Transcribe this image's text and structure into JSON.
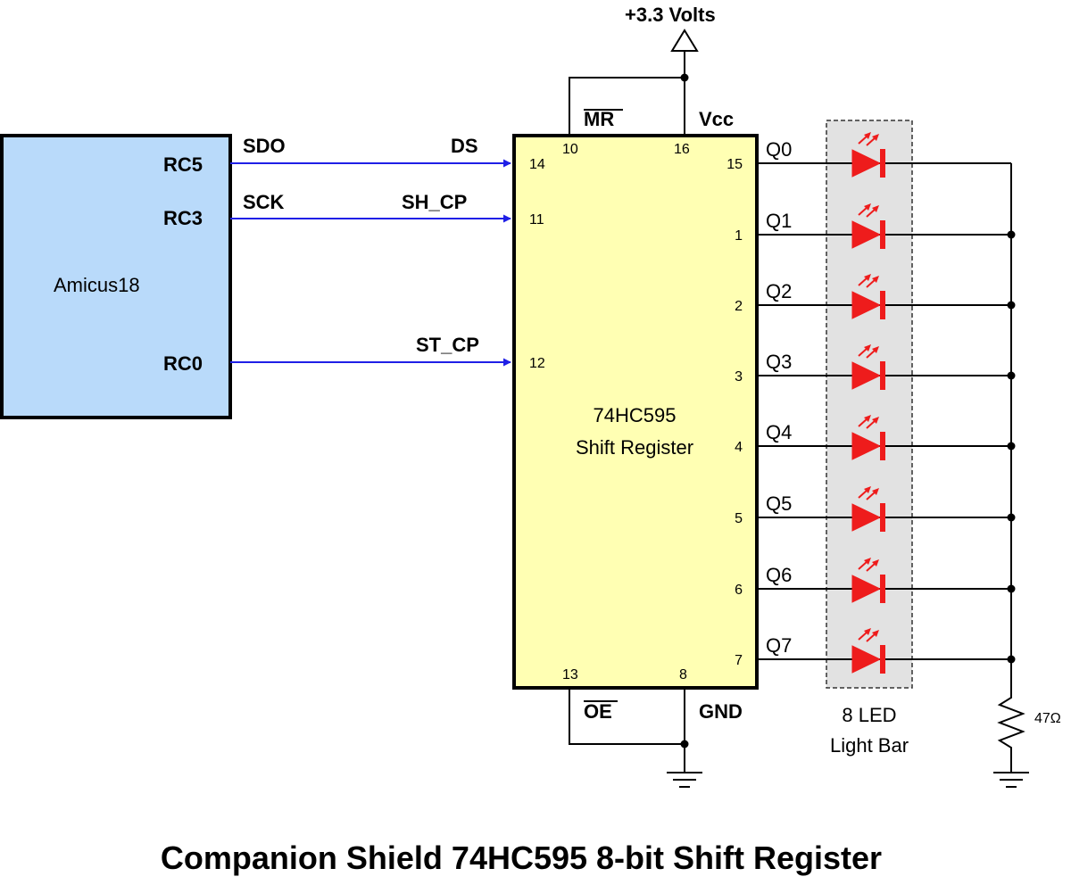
{
  "title": "Companion Shield 74HC595 8-bit Shift Register",
  "power": {
    "supply_label": "+3.3 Volts"
  },
  "mcu": {
    "name": "Amicus18",
    "pins": [
      "RC5",
      "RC3",
      "RC0"
    ],
    "fill": "#b9dafa"
  },
  "signals": [
    {
      "name": "SDO",
      "target": "DS",
      "pin": "14"
    },
    {
      "name": "SCK",
      "target": "SH_CP",
      "pin": "11"
    },
    {
      "name": "",
      "target": "ST_CP",
      "pin": "12"
    }
  ],
  "chip": {
    "name_line1": "74HC595",
    "name_line2": "Shift Register",
    "fill": "#ffffb3",
    "mr_label": "MR",
    "mr_pin": "10",
    "vcc_label": "Vcc",
    "vcc_pin": "16",
    "oe_label": "OE",
    "oe_pin": "13",
    "gnd_label": "GND",
    "gnd_pin": "8"
  },
  "outputs": [
    {
      "name": "Q0",
      "pin": "15"
    },
    {
      "name": "Q1",
      "pin": "1"
    },
    {
      "name": "Q2",
      "pin": "2"
    },
    {
      "name": "Q3",
      "pin": "3"
    },
    {
      "name": "Q4",
      "pin": "4"
    },
    {
      "name": "Q5",
      "pin": "5"
    },
    {
      "name": "Q6",
      "pin": "6"
    },
    {
      "name": "Q7",
      "pin": "7"
    }
  ],
  "led_bar": {
    "line1": "8 LED",
    "line2": "Light Bar",
    "led_color": "#ee1c1c"
  },
  "resistor": {
    "value": "47Ω"
  },
  "colors": {
    "signal_wire": "#1f1fe6",
    "wire": "#000000"
  }
}
